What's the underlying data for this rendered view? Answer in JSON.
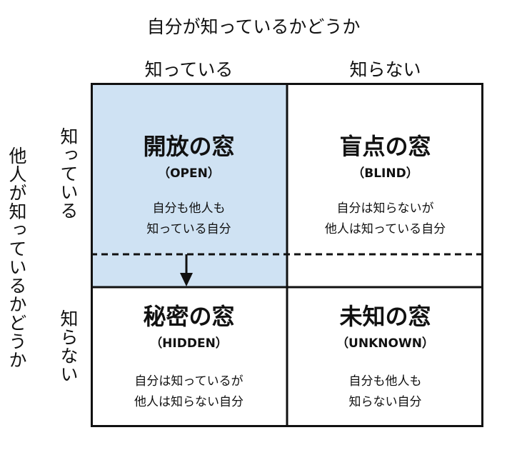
{
  "titles": {
    "top": "自分が知っているかどうか",
    "left": "他人が知っているかどうか"
  },
  "columns": [
    "知っている",
    "知らない"
  ],
  "rows": [
    "知っている",
    "知らない"
  ],
  "windows": {
    "open": {
      "name": "開放の窓",
      "en": "（OPEN）",
      "desc1": "自分も他人も",
      "desc2": "知っている自分"
    },
    "blind": {
      "name": "盲点の窓",
      "en": "（BLIND）",
      "desc1": "自分は知らないが",
      "desc2": "他人は知っている自分"
    },
    "hidden": {
      "name": "秘密の窓",
      "en": "（HIDDEN）",
      "desc1": "自分は知っているが",
      "desc2": "他人は知らない自分"
    },
    "unknown": {
      "name": "未知の窓",
      "en": "（UNKNOWN）",
      "desc1": "自分も他人も",
      "desc2": "知らない自分"
    }
  },
  "colors": {
    "open_fill": "#cfe2f3",
    "line": "#111111"
  }
}
